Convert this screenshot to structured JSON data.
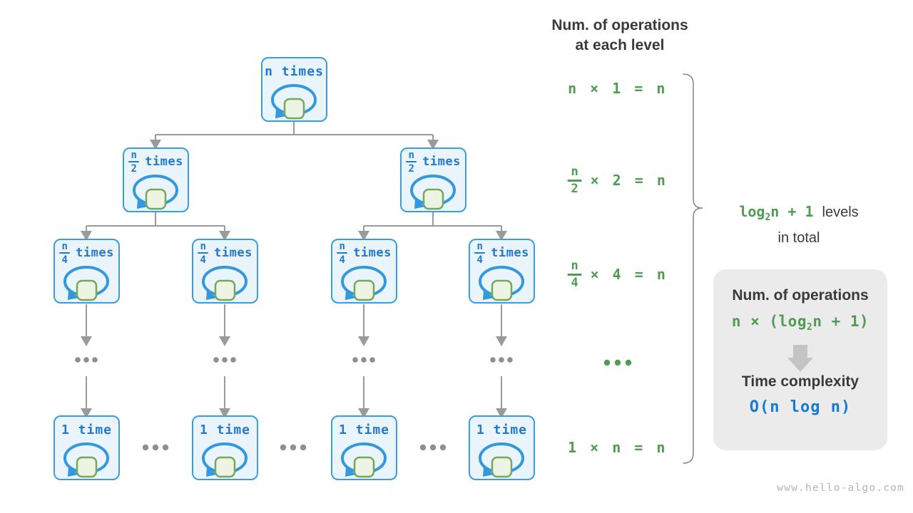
{
  "colors": {
    "node_border": "#3b9de0",
    "node_fill": "#eaf4fc",
    "node_text": "#2279cd",
    "loop_blue": "#3598dc",
    "square_fill": "#edf4e3",
    "square_border": "#74a85a",
    "green": "#4f9d53",
    "blue": "#1779d2",
    "line_gray": "#9a9a9a",
    "dot_gray": "#8f8f8f",
    "box_bg": "#ebebeb",
    "dark": "#3a3a3a",
    "arrow_gray": "#c4c4c4",
    "footer_gray": "#b5b5b5",
    "brace_gray": "#8a8a8a"
  },
  "nodes": {
    "top": {
      "label": "n times"
    },
    "half": {
      "num": "n",
      "den": "2",
      "word": "times"
    },
    "quarter": {
      "num": "n",
      "den": "4",
      "word": "times"
    },
    "one": {
      "label": "1 time"
    }
  },
  "ops": {
    "header_line1": "Num. of operations",
    "header_line2": "at each level",
    "row_n1": "n × 1 = n",
    "row_n2": {
      "num": "n",
      "den": "2",
      "rest": "× 2 = n"
    },
    "row_n4": {
      "num": "n",
      "den": "4",
      "rest": "× 4 = n"
    },
    "ellipsis": "...",
    "row_1n": "1 × n = n"
  },
  "brace_label": {
    "green_pre": "log",
    "green_sub": "2",
    "green_post": "n + 1",
    "dark_rest": "levels",
    "line2": "in total"
  },
  "summary": {
    "title1": "Num. of operations",
    "formula1": {
      "pre": "n × (log",
      "sub": "2",
      "post": "n + 1)"
    },
    "title2": "Time complexity",
    "formula2": "O(n log n)"
  },
  "footer": {
    "url": "www.hello-algo.com"
  }
}
